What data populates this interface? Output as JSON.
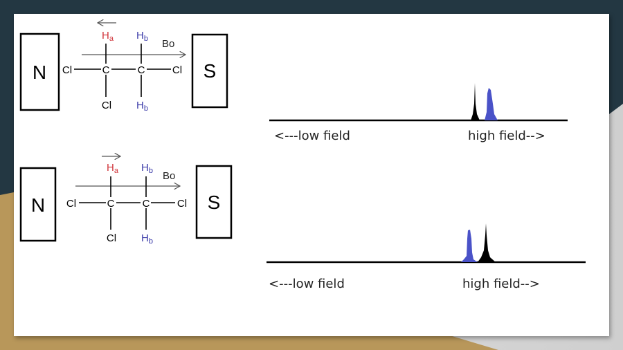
{
  "slide": {
    "panels": [
      {
        "magnet_left": "N",
        "magnet_right": "S",
        "field_label": "Bo",
        "spin_arrow": "left",
        "atoms": {
          "left_cl": "Cl",
          "c1": "C",
          "c2": "C",
          "right_cl": "Cl",
          "bottom_cl": "Cl",
          "ha": "H",
          "ha_sub": "a",
          "hb_top": "H",
          "hb_top_sub": "b",
          "hb_bottom": "H",
          "hb_bottom_sub": "b"
        },
        "spectrum": {
          "low_label": "<---low field",
          "high_label": "high field-->"
        }
      },
      {
        "magnet_left": "N",
        "magnet_right": "S",
        "field_label": "Bo",
        "spin_arrow": "right",
        "atoms": {
          "left_cl": "Cl",
          "c1": "C",
          "c2": "C",
          "right_cl": "Cl",
          "bottom_cl": "Cl",
          "ha": "H",
          "ha_sub": "a",
          "hb_top": "H",
          "hb_top_sub": "b",
          "hb_bottom": "H",
          "hb_bottom_sub": "b"
        },
        "spectrum": {
          "low_label": "<---low field",
          "high_label": "high field-->"
        }
      }
    ]
  },
  "colors": {
    "ha": "#d0343a",
    "hb": "#3a3aa8",
    "peak_black": "#000000",
    "peak_blue": "#4a52c8",
    "bg_dark": "#233742",
    "bg_gold": "#b8975a"
  }
}
